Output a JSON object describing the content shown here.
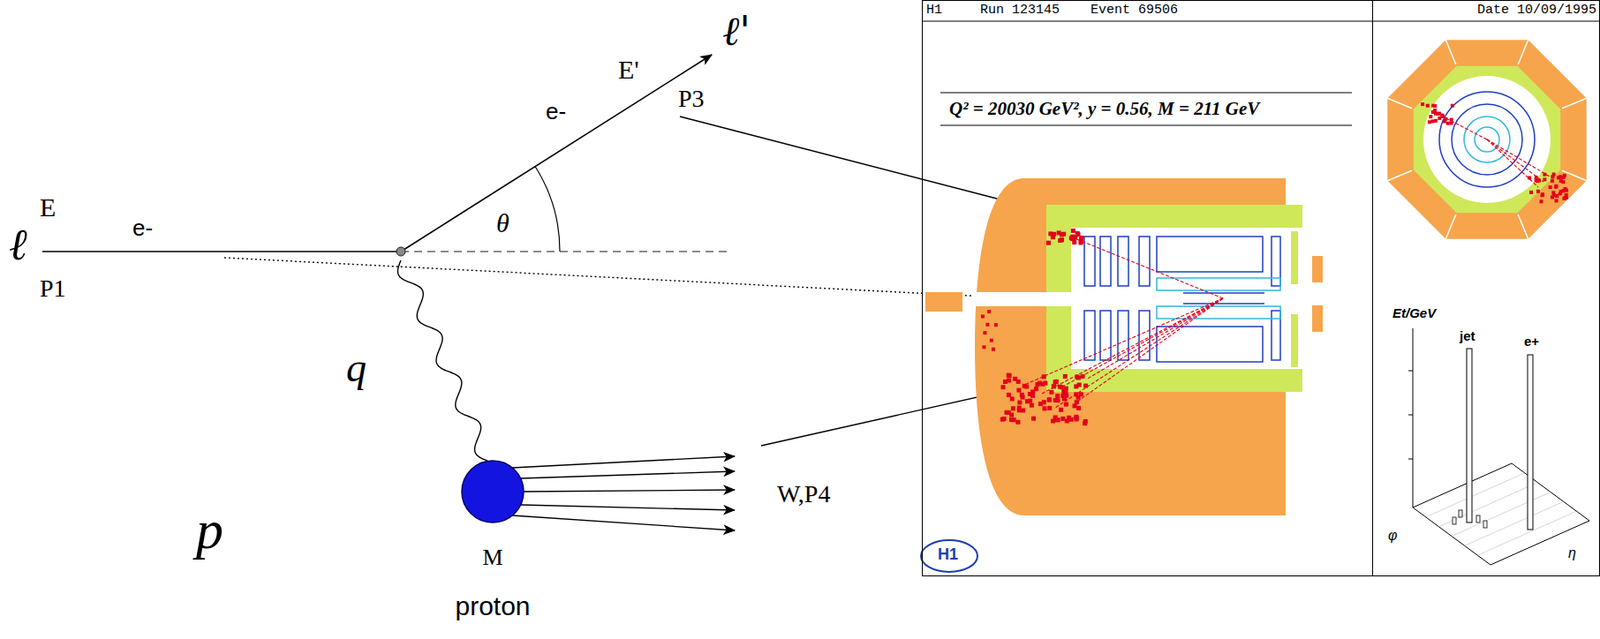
{
  "diagram": {
    "nodes": [
      {
        "text": [
          "H1",
          "Run 123145",
          "Event 69506",
          "Date 10/09/1995",
          "Q² = 20030 GeV², y = 0.56, M = 211 GeV",
          "H1"
        ]
      },
      {
        "text": [
          "Et/GeV",
          "jet",
          "e+"
        ],
        "in": 0
      },
      {
        "text": [
          "M",
          "proton"
        ]
      }
    ],
    "labels": [
      "ℓ",
      "E",
      "e-",
      "P1",
      "E'",
      "ℓ'",
      "e-",
      "P3",
      "θ",
      "q",
      "p",
      "W,P4",
      "φ",
      "η"
    ]
  }
}
